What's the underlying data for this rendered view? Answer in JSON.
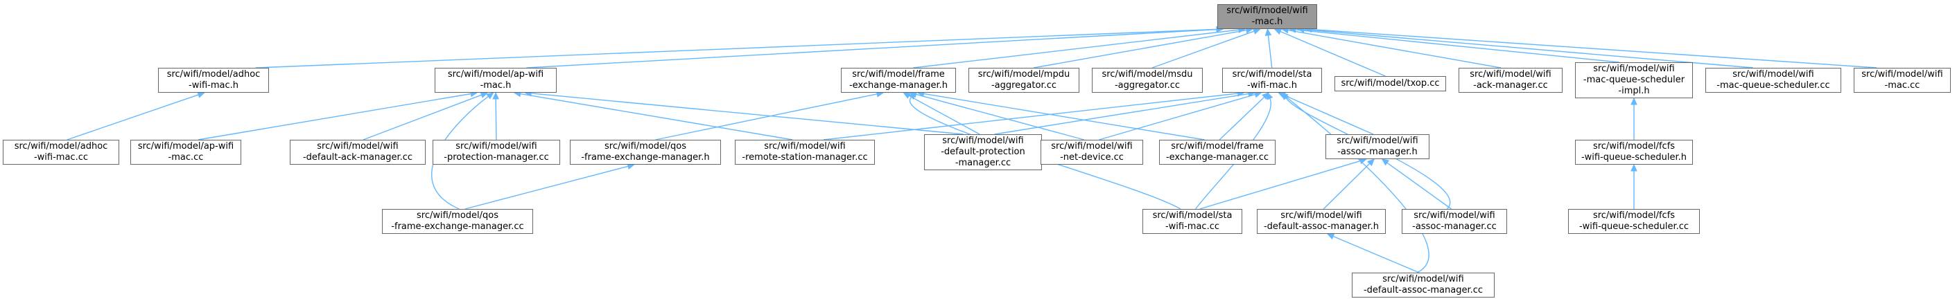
{
  "diagram": {
    "edge_color": "#63b8ff",
    "root_fill": "#999999",
    "node_fill": "#ffffff",
    "node_border": "#666666",
    "nodes": {
      "mac_h": [
        "src/wifi/model/wifi",
        "-mac.h"
      ],
      "adhoc_h": [
        "src/wifi/model/adhoc",
        "-wifi-mac.h"
      ],
      "ap_h": [
        "src/wifi/model/ap-wifi",
        "-mac.h"
      ],
      "fem_h": [
        "src/wifi/model/frame",
        "-exchange-manager.h"
      ],
      "mpdu_cc": [
        "src/wifi/model/mpdu",
        "-aggregator.cc"
      ],
      "msdu_cc": [
        "src/wifi/model/msdu",
        "-aggregator.cc"
      ],
      "sta_h": [
        "src/wifi/model/sta",
        "-wifi-mac.h"
      ],
      "txop_cc": [
        "src/wifi/model/txop.cc"
      ],
      "ackmgr_cc": [
        "src/wifi/model/wifi",
        "-ack-manager.cc"
      ],
      "mqsi_h": [
        "src/wifi/model/wifi",
        "-mac-queue-scheduler",
        "-impl.h"
      ],
      "mqs_cc": [
        "src/wifi/model/wifi",
        "-mac-queue-scheduler.cc"
      ],
      "mac_cc": [
        "src/wifi/model/wifi",
        "-mac.cc"
      ],
      "adhoc_cc": [
        "src/wifi/model/adhoc",
        "-wifi-mac.cc"
      ],
      "ap_cc": [
        "src/wifi/model/ap-wifi",
        "-mac.cc"
      ],
      "dam_cc": [
        "src/wifi/model/wifi",
        "-default-ack-manager.cc"
      ],
      "prot_cc": [
        "src/wifi/model/wifi",
        "-protection-manager.cc"
      ],
      "qosfem_h": [
        "src/wifi/model/qos",
        "-frame-exchange-manager.h"
      ],
      "rsm_cc": [
        "src/wifi/model/wifi",
        "-remote-station-manager.cc"
      ],
      "dpm_cc": [
        "src/wifi/model/wifi",
        "-default-protection",
        "-manager.cc"
      ],
      "netdev_cc": [
        "src/wifi/model/wifi",
        "-net-device.cc"
      ],
      "fem_cc": [
        "src/wifi/model/frame",
        "-exchange-manager.cc"
      ],
      "assoc_h": [
        "src/wifi/model/wifi",
        "-assoc-manager.h"
      ],
      "fcfs_h": [
        "src/wifi/model/fcfs",
        "-wifi-queue-scheduler.h"
      ],
      "qosfem_cc": [
        "src/wifi/model/qos",
        "-frame-exchange-manager.cc"
      ],
      "sta_cc": [
        "src/wifi/model/sta",
        "-wifi-mac.cc"
      ],
      "dassoc_h": [
        "src/wifi/model/wifi",
        "-default-assoc-manager.h"
      ],
      "assoc_cc": [
        "src/wifi/model/wifi",
        "-assoc-manager.cc"
      ],
      "fcfs_cc": [
        "src/wifi/model/fcfs",
        "-wifi-queue-scheduler.cc"
      ],
      "dassoc_cc": [
        "src/wifi/model/wifi",
        "-default-assoc-manager.cc"
      ]
    }
  }
}
